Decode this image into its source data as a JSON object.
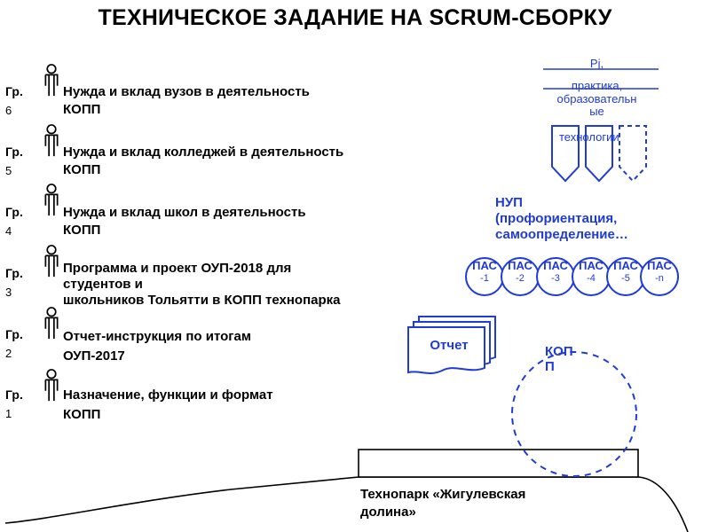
{
  "title": "ТЕХНИЧЕСКОЕ ЗАДАНИЕ НА SCRUM-СБОРКУ",
  "groups": [
    {
      "label": "Гр.",
      "num": "6",
      "text1": "Нужда и вклад вузов в деятельность",
      "text2": "КОПП",
      "text3": ""
    },
    {
      "label": "Гр.",
      "num": "5",
      "text1": "Нужда и вклад колледжей в деятельность",
      "text2": "КОПП",
      "text3": ""
    },
    {
      "label": "Гр.",
      "num": "4",
      "text1": "Нужда и вклад школ в деятельность",
      "text2": "КОПП",
      "text3": ""
    },
    {
      "label": "Гр.",
      "num": "3",
      "text1": "Программа и проект ОУП-2018 для",
      "text2": "студентов и",
      "text3": "школьников Тольятти в КОПП технопарка"
    },
    {
      "label": "Гр.",
      "num": "2",
      "text1": "Отчет-инструкция по итогам",
      "text2": "ОУП-2017",
      "text3": ""
    },
    {
      "label": "Гр.",
      "num": "1",
      "text1": "Назначение, функции и формат",
      "text2": "КОПП",
      "text3": ""
    }
  ],
  "rj_block": {
    "line1": "Pj,",
    "line2": "практика,",
    "line3": "образовательн",
    "line4": "ые",
    "line5": "технологии"
  },
  "nup": {
    "line1": "НУП",
    "line2": "(профориентация,",
    "line3": "самоопределение…"
  },
  "pas": [
    {
      "label": "ПАС",
      "n": "-1"
    },
    {
      "label": "ПАС",
      "n": "-2"
    },
    {
      "label": "ПАС",
      "n": "-3"
    },
    {
      "label": "ПАС",
      "n": "-4"
    },
    {
      "label": "ПАС",
      "n": "-5"
    },
    {
      "label": "ПАС",
      "n": "-n"
    }
  ],
  "report": "Отчет",
  "kopp": {
    "line1": "КОП",
    "line2": "П"
  },
  "technopark": {
    "line1": "Технопарк «Жигулевская",
    "line2": "долина»"
  },
  "colors": {
    "accent": "#1f3bd8",
    "text": "#000000"
  }
}
